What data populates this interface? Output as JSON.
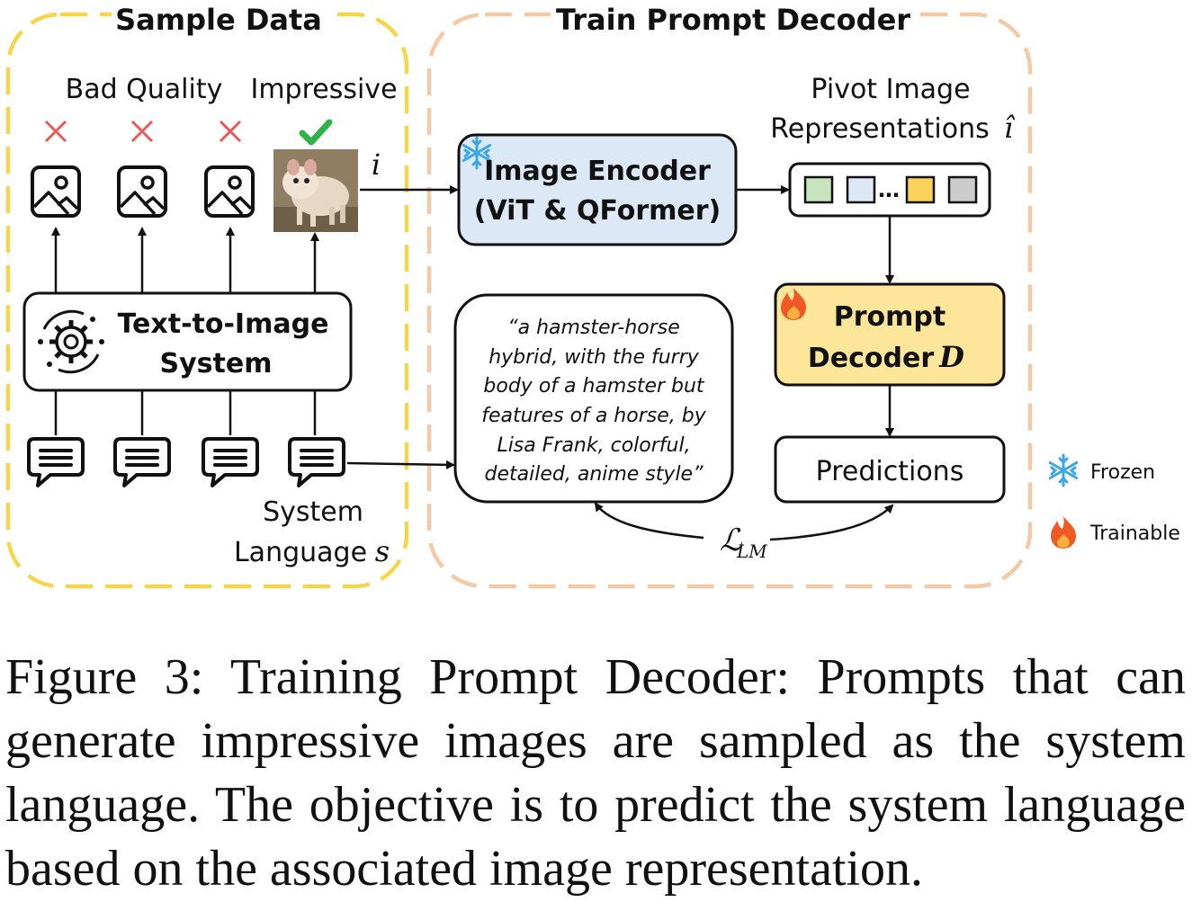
{
  "sample_data": {
    "title": "Sample Data",
    "bad_quality_label": "Bad Quality",
    "impressive_label": "Impressive",
    "image_symbol": "i",
    "system_box": [
      "Text-to-Image",
      "System"
    ],
    "system_language_line1": "System",
    "system_language_line2": "Language",
    "language_symbol": "s"
  },
  "train": {
    "title": "Train Prompt Decoder",
    "encoder_lines": [
      "Image Encoder",
      "(ViT & QFormer)"
    ],
    "pivot_line1": "Pivot Image",
    "pivot_line2": "Representations",
    "pivot_symbol": "î",
    "decoder_line1": "Prompt",
    "decoder_line2": "Decoder",
    "decoder_symbol": "D",
    "predictions": "Predictions",
    "prompt_lines": [
      "“a hamster-horse",
      "hybrid, with the furry",
      "body of a hamster but",
      "features of a horse, by",
      "Lisa Frank, colorful,",
      "detailed, anime style”"
    ],
    "loss_symbol": "ℒ",
    "loss_subscript": "LM"
  },
  "legend": {
    "frozen": "Frozen",
    "trainable": "Trainable"
  },
  "caption": {
    "label": "Figure 3:",
    "text": "Training Prompt Decoder: Prompts that can generate impressive images are sampled as the system language.  The objective is to predict the system language based on the associated image representation."
  },
  "colors": {
    "sample_border": "#f5d64a",
    "train_border": "#f4c9a6",
    "encoder_fill": "#dce8f5",
    "decoder_fill": "#fde69a",
    "bad_mark": "#e85a5a",
    "good_mark": "#2db34a",
    "pivot_cells": [
      "#c8e3bd",
      "#dce8f5",
      "#fcd25a",
      "#cccccc"
    ]
  },
  "icons": {
    "bad": "cross-icon",
    "good": "check-icon",
    "image": "image-icon",
    "chat": "chat-icon",
    "gear": "gear-cycle-icon",
    "frozen": "snowflake-icon",
    "trainable": "flame-icon"
  }
}
